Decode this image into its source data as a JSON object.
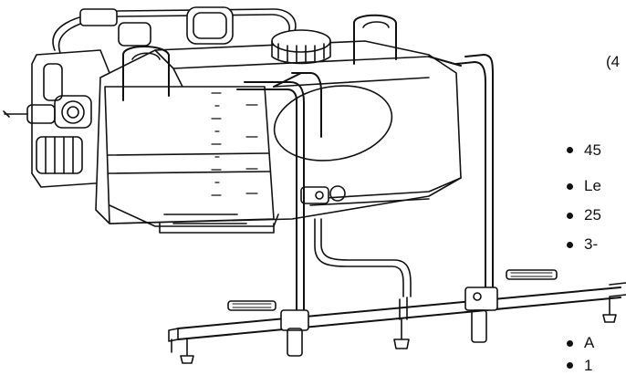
{
  "text_fragments": {
    "top_right": "(4",
    "bullets": [
      "45",
      "Le",
      "25",
      "3-",
      "A",
      "1"
    ]
  }
}
